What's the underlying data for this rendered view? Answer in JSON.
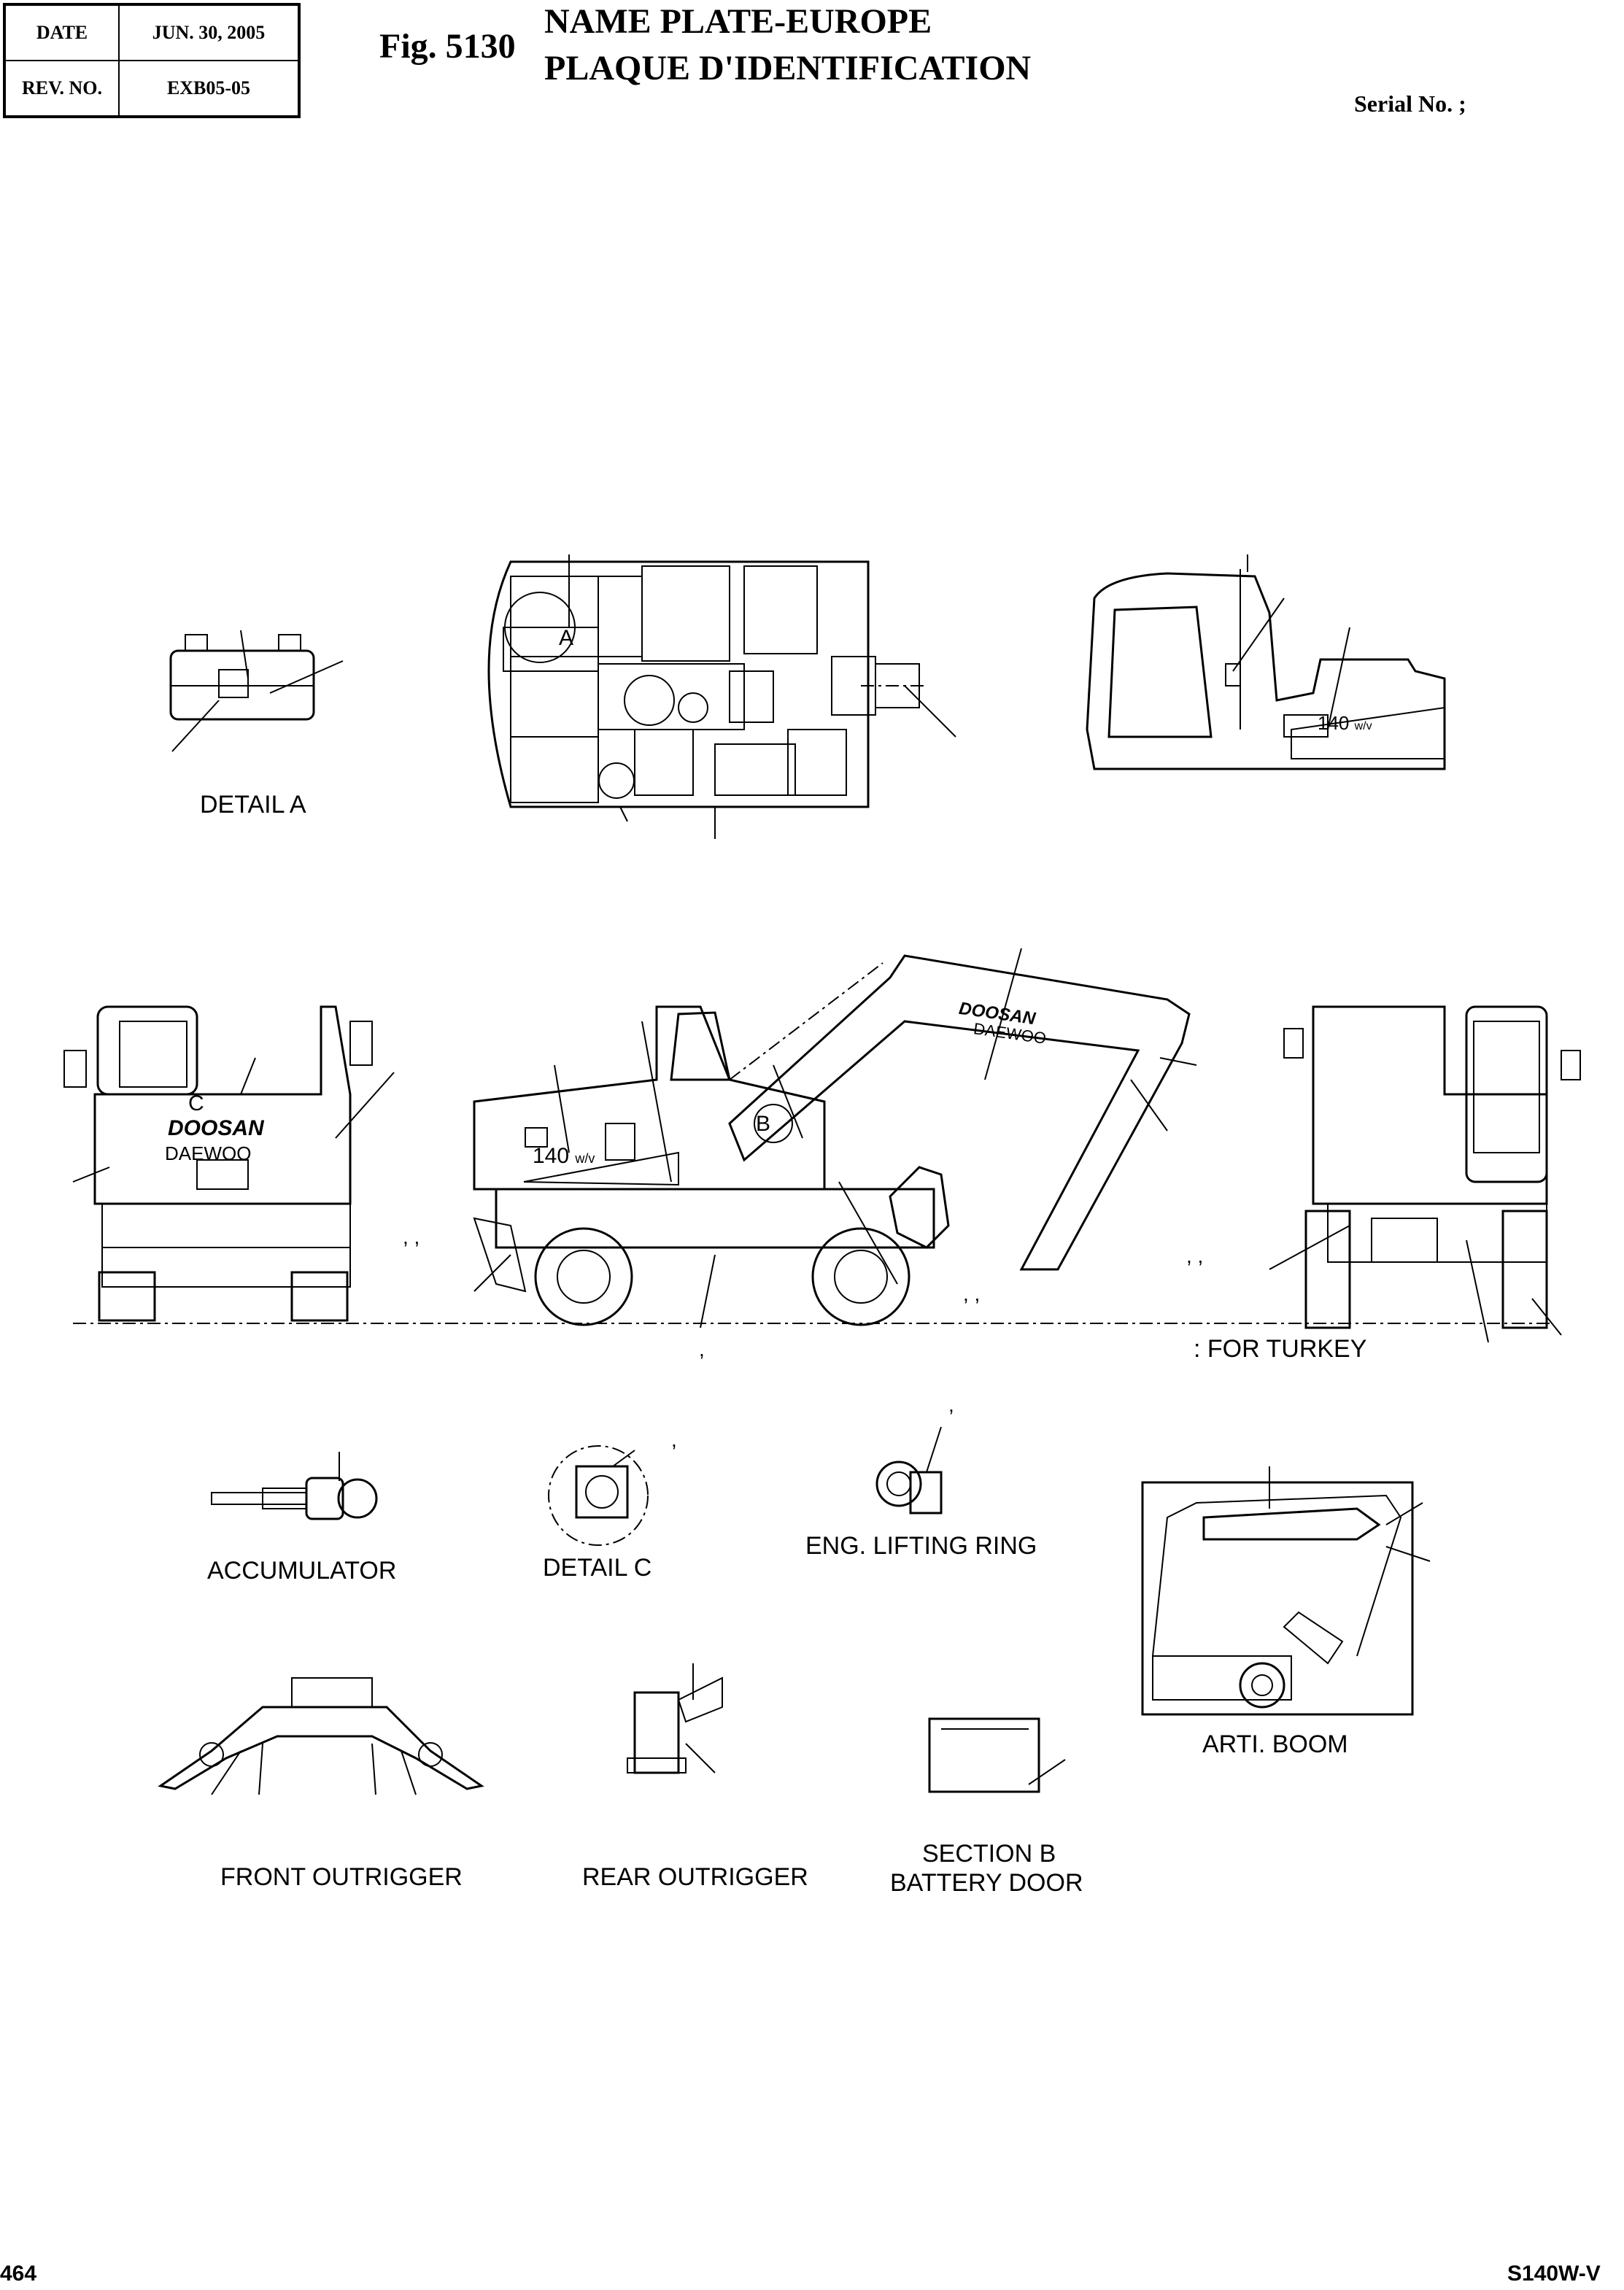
{
  "header": {
    "date_label": "DATE",
    "date_value": "JUN. 30, 2005",
    "rev_label": "REV. NO.",
    "rev_value": "EXB05-05"
  },
  "figure": {
    "number": "Fig. 5130",
    "title_en": "NAME PLATE-EUROPE",
    "title_fr": "PLAQUE D'IDENTIFICATION",
    "serial": "Serial No. ;"
  },
  "callouts": {
    "a": "A",
    "b": "B",
    "c": "C",
    "comma": ",",
    "comma_pair": ",  ,"
  },
  "brand": {
    "doosan": "DOOSAN",
    "daewoo": "DAEWOO",
    "model": "140",
    "model_suffix": "w/v"
  },
  "captions": {
    "detail_a": "DETAIL  A",
    "for_turkey": ": FOR TURKEY",
    "accumulator": "ACCUMULATOR",
    "detail_c": "DETAIL  C",
    "eng_lifting_ring": "ENG. LIFTING RING",
    "arti_boom": "ARTI. BOOM",
    "front_outrigger": "FRONT OUTRIGGER",
    "rear_outrigger": "REAR OUTRIGGER",
    "section_b": "SECTION  B",
    "battery_door": "BATTERY DOOR"
  },
  "footer": {
    "page_number": "464",
    "model_code": "S140W-V"
  }
}
